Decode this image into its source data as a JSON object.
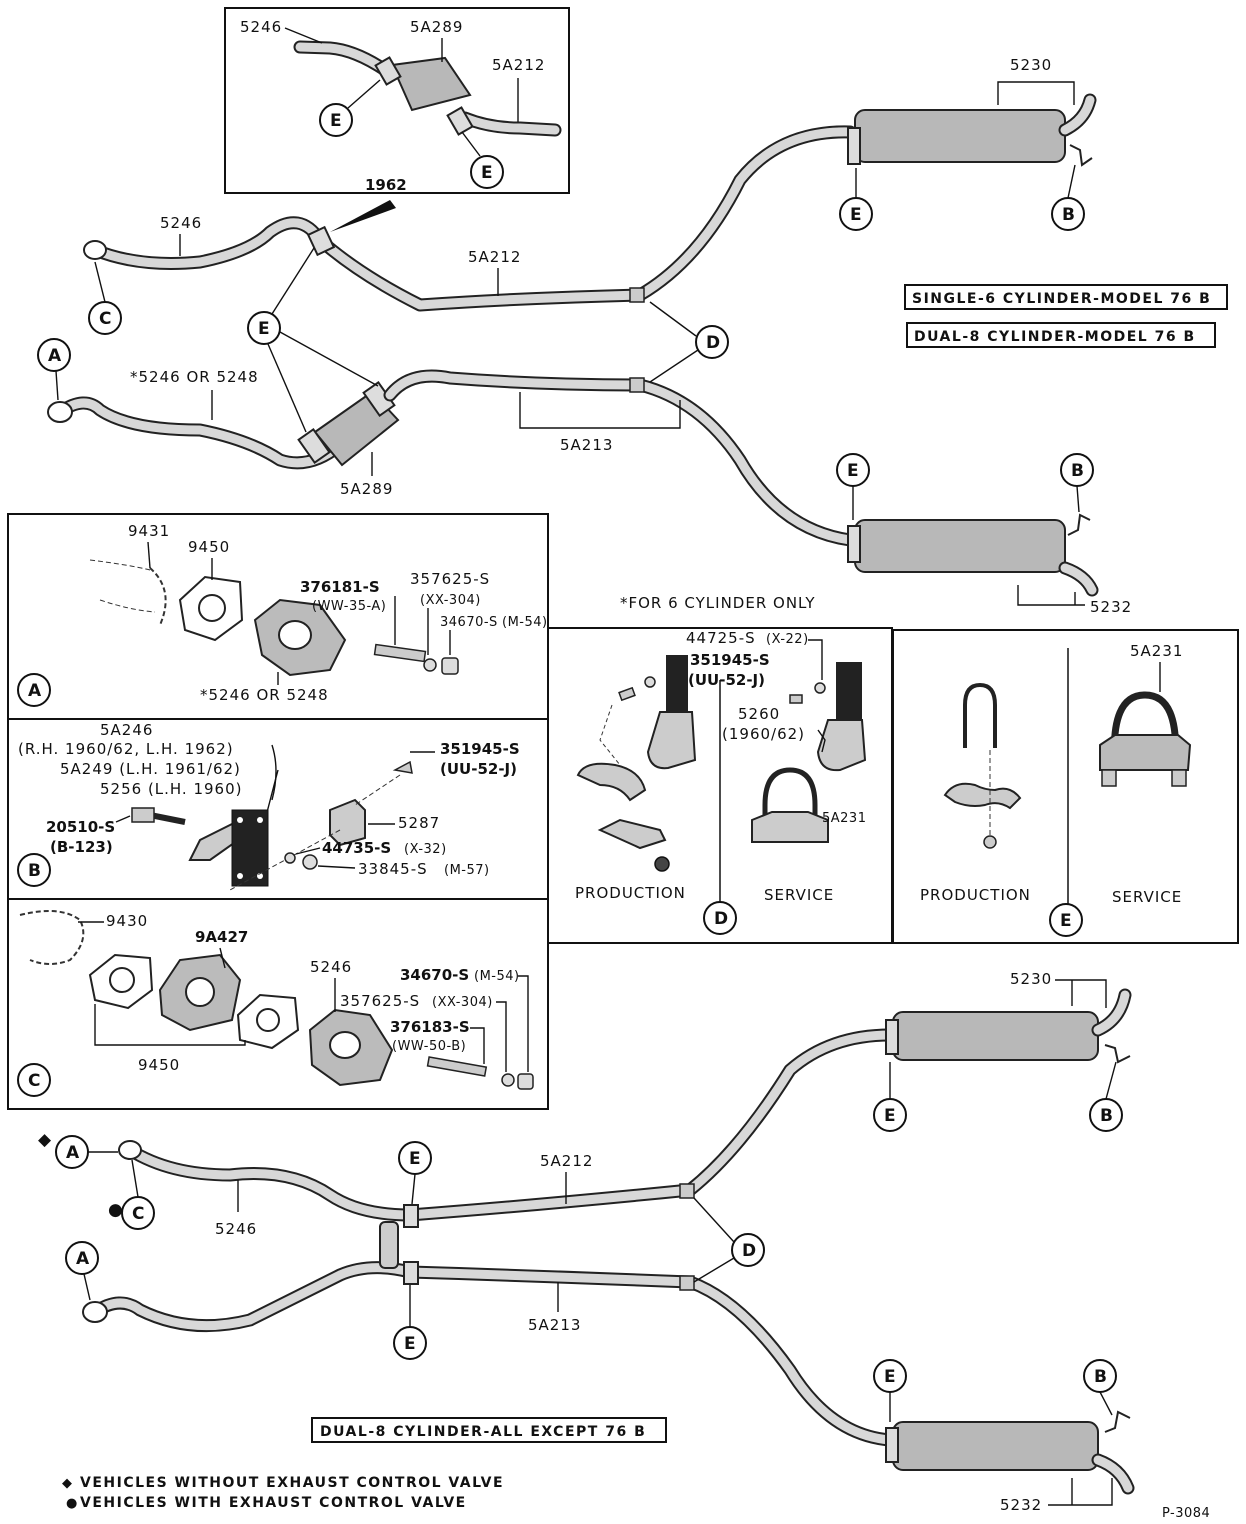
{
  "callouts": {
    "A": "A",
    "B": "B",
    "C": "C",
    "D": "D",
    "E": "E"
  },
  "inset_1962": {
    "title": "1962",
    "p5246": "5246",
    "p5A289": "5A289",
    "p5A212": "5A212"
  },
  "top_system": {
    "p5230": "5230",
    "p5246": "5246",
    "p5A212": "5A212",
    "p5246_or_5248": "*5246 OR 5248",
    "p5A213": "5A213",
    "p5A289": "5A289",
    "p5232": "5232",
    "label_single": "SINGLE-6 CYLINDER-MODEL 76 B",
    "label_dual": "DUAL-8 CYLINDER-MODEL 76 B",
    "footnote": "*FOR 6 CYLINDER ONLY"
  },
  "detail_A": {
    "p9431": "9431",
    "p9450": "9450",
    "p376181": "376181-S",
    "p376181_code": "(WW-35-A)",
    "p357625": "357625-S",
    "p357625_code": "(XX-304)",
    "p34670": "34670-S",
    "p34670_code": "(M-54)",
    "p5246_or_5248": "*5246 OR 5248"
  },
  "detail_B": {
    "p5A246": "5A246",
    "p5A246_note": "(R.H. 1960/62, L.H. 1962)",
    "p5A249": "5A249 (L.H. 1961/62)",
    "p5256": "5256 (L.H. 1960)",
    "p351945": "351945-S",
    "p351945_code": "(UU-52-J)",
    "p20510": "20510-S",
    "p20510_code": "(B-123)",
    "p5287": "5287",
    "p44735": "44735-S",
    "p44735_code": "(X-32)",
    "p33845": "33845-S",
    "p33845_code": "(M-57)"
  },
  "detail_C": {
    "p9430": "9430",
    "p9A427": "9A427",
    "p5246": "5246",
    "p34670": "34670-S",
    "p34670_code": "(M-54)",
    "p357625": "357625-S",
    "p357625_code": "(XX-304)",
    "p376183": "376183-S",
    "p376183_code": "(WW-50-B)",
    "p9450": "9450"
  },
  "detail_D": {
    "p44725": "44725-S",
    "p44725_code": "(X-22)",
    "p351945": "351945-S",
    "p351945_code": "(UU-52-J)",
    "p5260": "5260",
    "p5260_note": "(1960/62)",
    "p5A231": "5A231",
    "production": "PRODUCTION",
    "service": "SERVICE"
  },
  "detail_E": {
    "p5A231": "5A231",
    "production": "PRODUCTION",
    "service": "SERVICE"
  },
  "bottom_system": {
    "p5230": "5230",
    "p5A212": "5A212",
    "p5246": "5246",
    "p5A213": "5A213",
    "p5232": "5232",
    "label": "DUAL-8 CYLINDER-ALL EXCEPT 76 B"
  },
  "legend": {
    "without": "VEHICLES WITHOUT EXHAUST CONTROL VALVE",
    "with": "VEHICLES WITH EXHAUST CONTROL VALVE"
  },
  "figure_id": "P-3084"
}
